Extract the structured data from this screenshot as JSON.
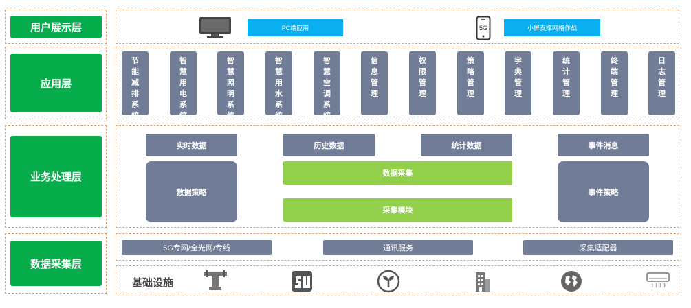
{
  "layers": {
    "presentation": "用户展示层",
    "application": "应用层",
    "business": "业务处理层",
    "collection": "数据采集层"
  },
  "presentation": {
    "pc_app": "PC端应用",
    "mobile_app": "小屏支撑网格作战",
    "monitor_icon": "monitor-icon",
    "phone_icon": "5g-phone-icon",
    "phone_text": "5G"
  },
  "apps": [
    "节能减排系统",
    "智慧用电系统",
    "智慧照明系统",
    "智慧用水系统",
    "智慧空调系统",
    "信息管理",
    "权限管理",
    "策略管理",
    "字典管理",
    "统计管理",
    "终端管理",
    "日志管理"
  ],
  "business": {
    "realtime": "实时数据",
    "history": "历史数据",
    "stats": "统计数据",
    "event_msg": "事件消息",
    "data_strategy": "数据策略",
    "data_collect": "数据采集",
    "collect_module": "采集模块",
    "event_strategy": "事件策略"
  },
  "collection": {
    "network": "5G专网/全光网/专线",
    "comm": "通讯服务",
    "adapter": "采集适配器"
  },
  "infra": {
    "label": "基础设施",
    "icons": [
      "pipe-icon",
      "su-logo-icon",
      "plant-icon",
      "building-icon",
      "globe-icon",
      "air-conditioner-icon"
    ]
  },
  "colors": {
    "layer_green": "#07ad4b",
    "module_gray": "#717d96",
    "module_green": "#92cf4b",
    "app_cyan": "#09afef",
    "dash_orange": "#e8a06b"
  }
}
